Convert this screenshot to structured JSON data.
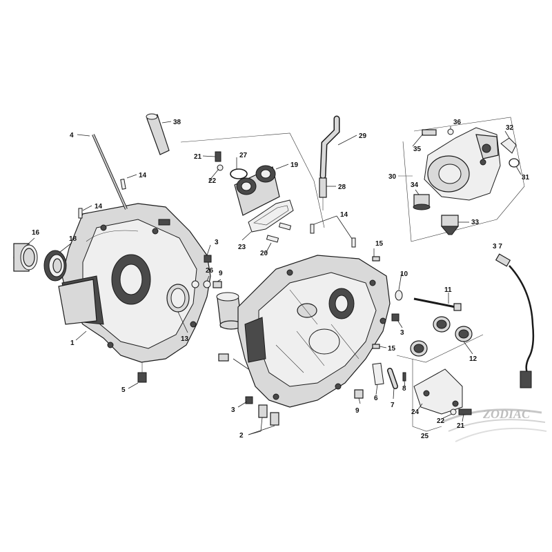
{
  "labels": {
    "l1": "1",
    "l2": "2",
    "l3a": "3",
    "l3b": "3",
    "l3c": "3",
    "l4": "4",
    "l5": "5",
    "l6": "6",
    "l7": "7",
    "l8": "8",
    "l9a": "9",
    "l9b": "9",
    "l10": "10",
    "l11": "11",
    "l12": "12",
    "l13": "13",
    "l14a": "14",
    "l14b": "14",
    "l14c": "14",
    "l15a": "15",
    "l15b": "15",
    "l16": "16",
    "l18": "18",
    "l19": "19",
    "l20": "20",
    "l21a": "21",
    "l21b": "21",
    "l22a": "22",
    "l22b": "22",
    "l23": "23",
    "l24": "24",
    "l25": "25",
    "l26": "26",
    "l27": "27",
    "l28": "28",
    "l29": "29",
    "l30": "30",
    "l31": "31",
    "l32": "32",
    "l33": "33",
    "l34": "34",
    "l35": "35",
    "l36": "36",
    "l37": "3 7",
    "l38": "38"
  },
  "watermark": {
    "brand": "ZODIAC"
  }
}
